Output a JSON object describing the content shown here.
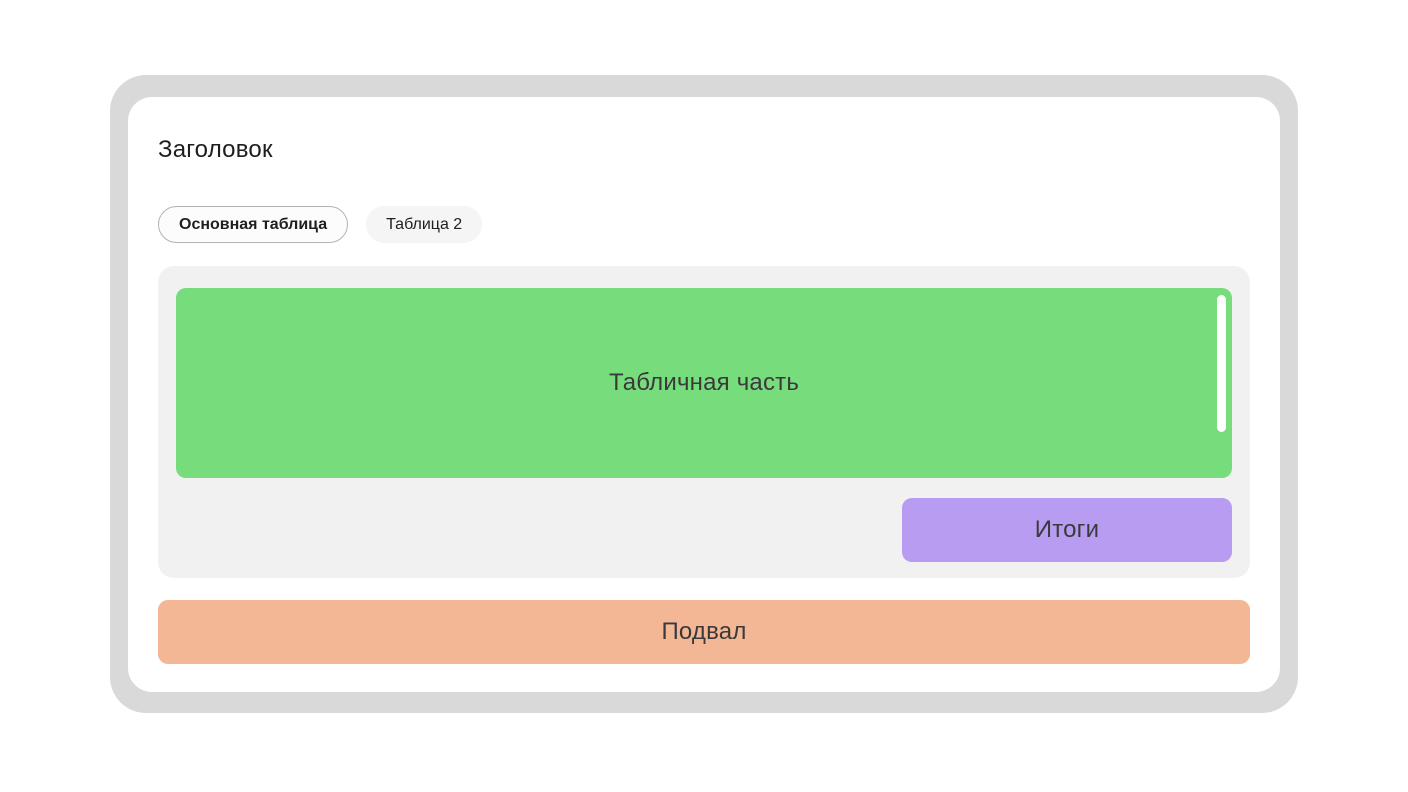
{
  "window": {
    "title": "Заголовок"
  },
  "tabs": [
    {
      "label": "Основная таблица",
      "active": true
    },
    {
      "label": "Таблица 2",
      "active": false
    }
  ],
  "table_part": {
    "label": "Табличная часть",
    "scrollbar": "vertical-scrollbar-thumb"
  },
  "totals": {
    "label": "Итоги"
  },
  "footer": {
    "label": "Подвал"
  },
  "colors": {
    "page_bg": "#ffffff",
    "frame": "#d9d9d9",
    "panel": "#ffffff",
    "container": "#f1f1f1",
    "table_part": "#77dc7b",
    "totals": "#b89cf2",
    "footer": "#f4b795",
    "scrollbar": "#ffffff",
    "title_text": "#1e1e1e",
    "block_text": "#3a3a3a",
    "tab_text": "#1f1f1f",
    "tab_active_bg": "#fcfcfc",
    "tab_active_border": "#b3b3b3",
    "tab_inactive_bg": "#f5f5f5"
  }
}
